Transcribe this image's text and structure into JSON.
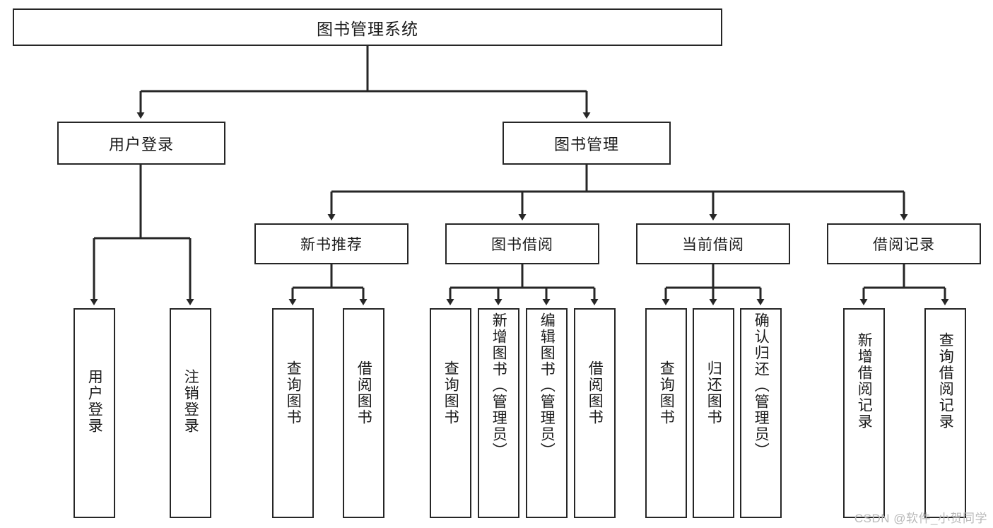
{
  "diagram": {
    "title": "图书管理系统",
    "watermark": "CSDN @软件_小贺同学",
    "colors": {
      "background": "#ffffff",
      "node_fill": "#ffffff",
      "node_border": "#262626",
      "edge": "#262626",
      "text": "#1a1a1a",
      "watermark": "#b9b9b9"
    },
    "root": {
      "label": "图书管理系统"
    },
    "level1": [
      {
        "label": "用户登录"
      },
      {
        "label": "图书管理"
      }
    ],
    "level2": [
      {
        "label": "新书推荐"
      },
      {
        "label": "图书借阅"
      },
      {
        "label": "当前借阅"
      },
      {
        "label": "借阅记录"
      }
    ],
    "leaves": {
      "user_login": [
        {
          "label": "用户登录"
        },
        {
          "label": "注销登录"
        }
      ],
      "new_book_recommend": [
        {
          "label": "查询图书"
        },
        {
          "label": "借阅图书"
        }
      ],
      "book_borrow": [
        {
          "label": "查询图书"
        },
        {
          "label": "新增图书（管理员）"
        },
        {
          "label": "编辑图书（管理员）"
        },
        {
          "label": "借阅图书"
        }
      ],
      "current_borrow": [
        {
          "label": "查询图书"
        },
        {
          "label": "归还图书"
        },
        {
          "label": "确认归还（管理员）"
        }
      ],
      "borrow_record": [
        {
          "label": "新增借阅记录"
        },
        {
          "label": "查询借阅记录"
        }
      ]
    }
  }
}
